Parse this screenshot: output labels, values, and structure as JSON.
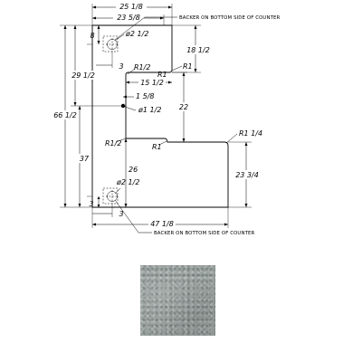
{
  "drawing": {
    "dimensions": {
      "overall_top_width": "25 1/8",
      "top_width": "23 5/8",
      "top_hole_from_top": "8",
      "top_hole_diameter": "ø2 1/2",
      "top_hole_from_left": "3",
      "top_right_depth": "18 1/2",
      "radius_r1_a": "R1",
      "radius_r1_b": "R1",
      "radius_r1_2_a": "R1/2",
      "left_upper_height": "29 1/2",
      "overall_height": "66 1/2",
      "notch_width": "15 1/2",
      "notch_offset": "1 5/8",
      "center_hole_diameter": "ø1 1/2",
      "notch_height": "22",
      "radius_r1_2_b": "R1/2",
      "radius_r1_c": "R1",
      "radius_r1_1_4": "R1 1/4",
      "left_lower_height": "37",
      "lower_inner_height": "26",
      "lower_right_depth": "23 3/4",
      "bottom_hole_diameter": "ø2 1/2",
      "bottom_hole_from_bottom": "3",
      "bottom_hole_from_left": "3",
      "overall_bottom_width": "47 1/8"
    },
    "notes": {
      "top_backer": "BACKER ON BOTTOM SIDE OF COUNTER",
      "bottom_backer": "BACKER ON BOTTOM SIDE OF COUNTER"
    }
  },
  "swatch": {
    "material": "gray stone countertop sample",
    "color": "#9aa2a0"
  }
}
